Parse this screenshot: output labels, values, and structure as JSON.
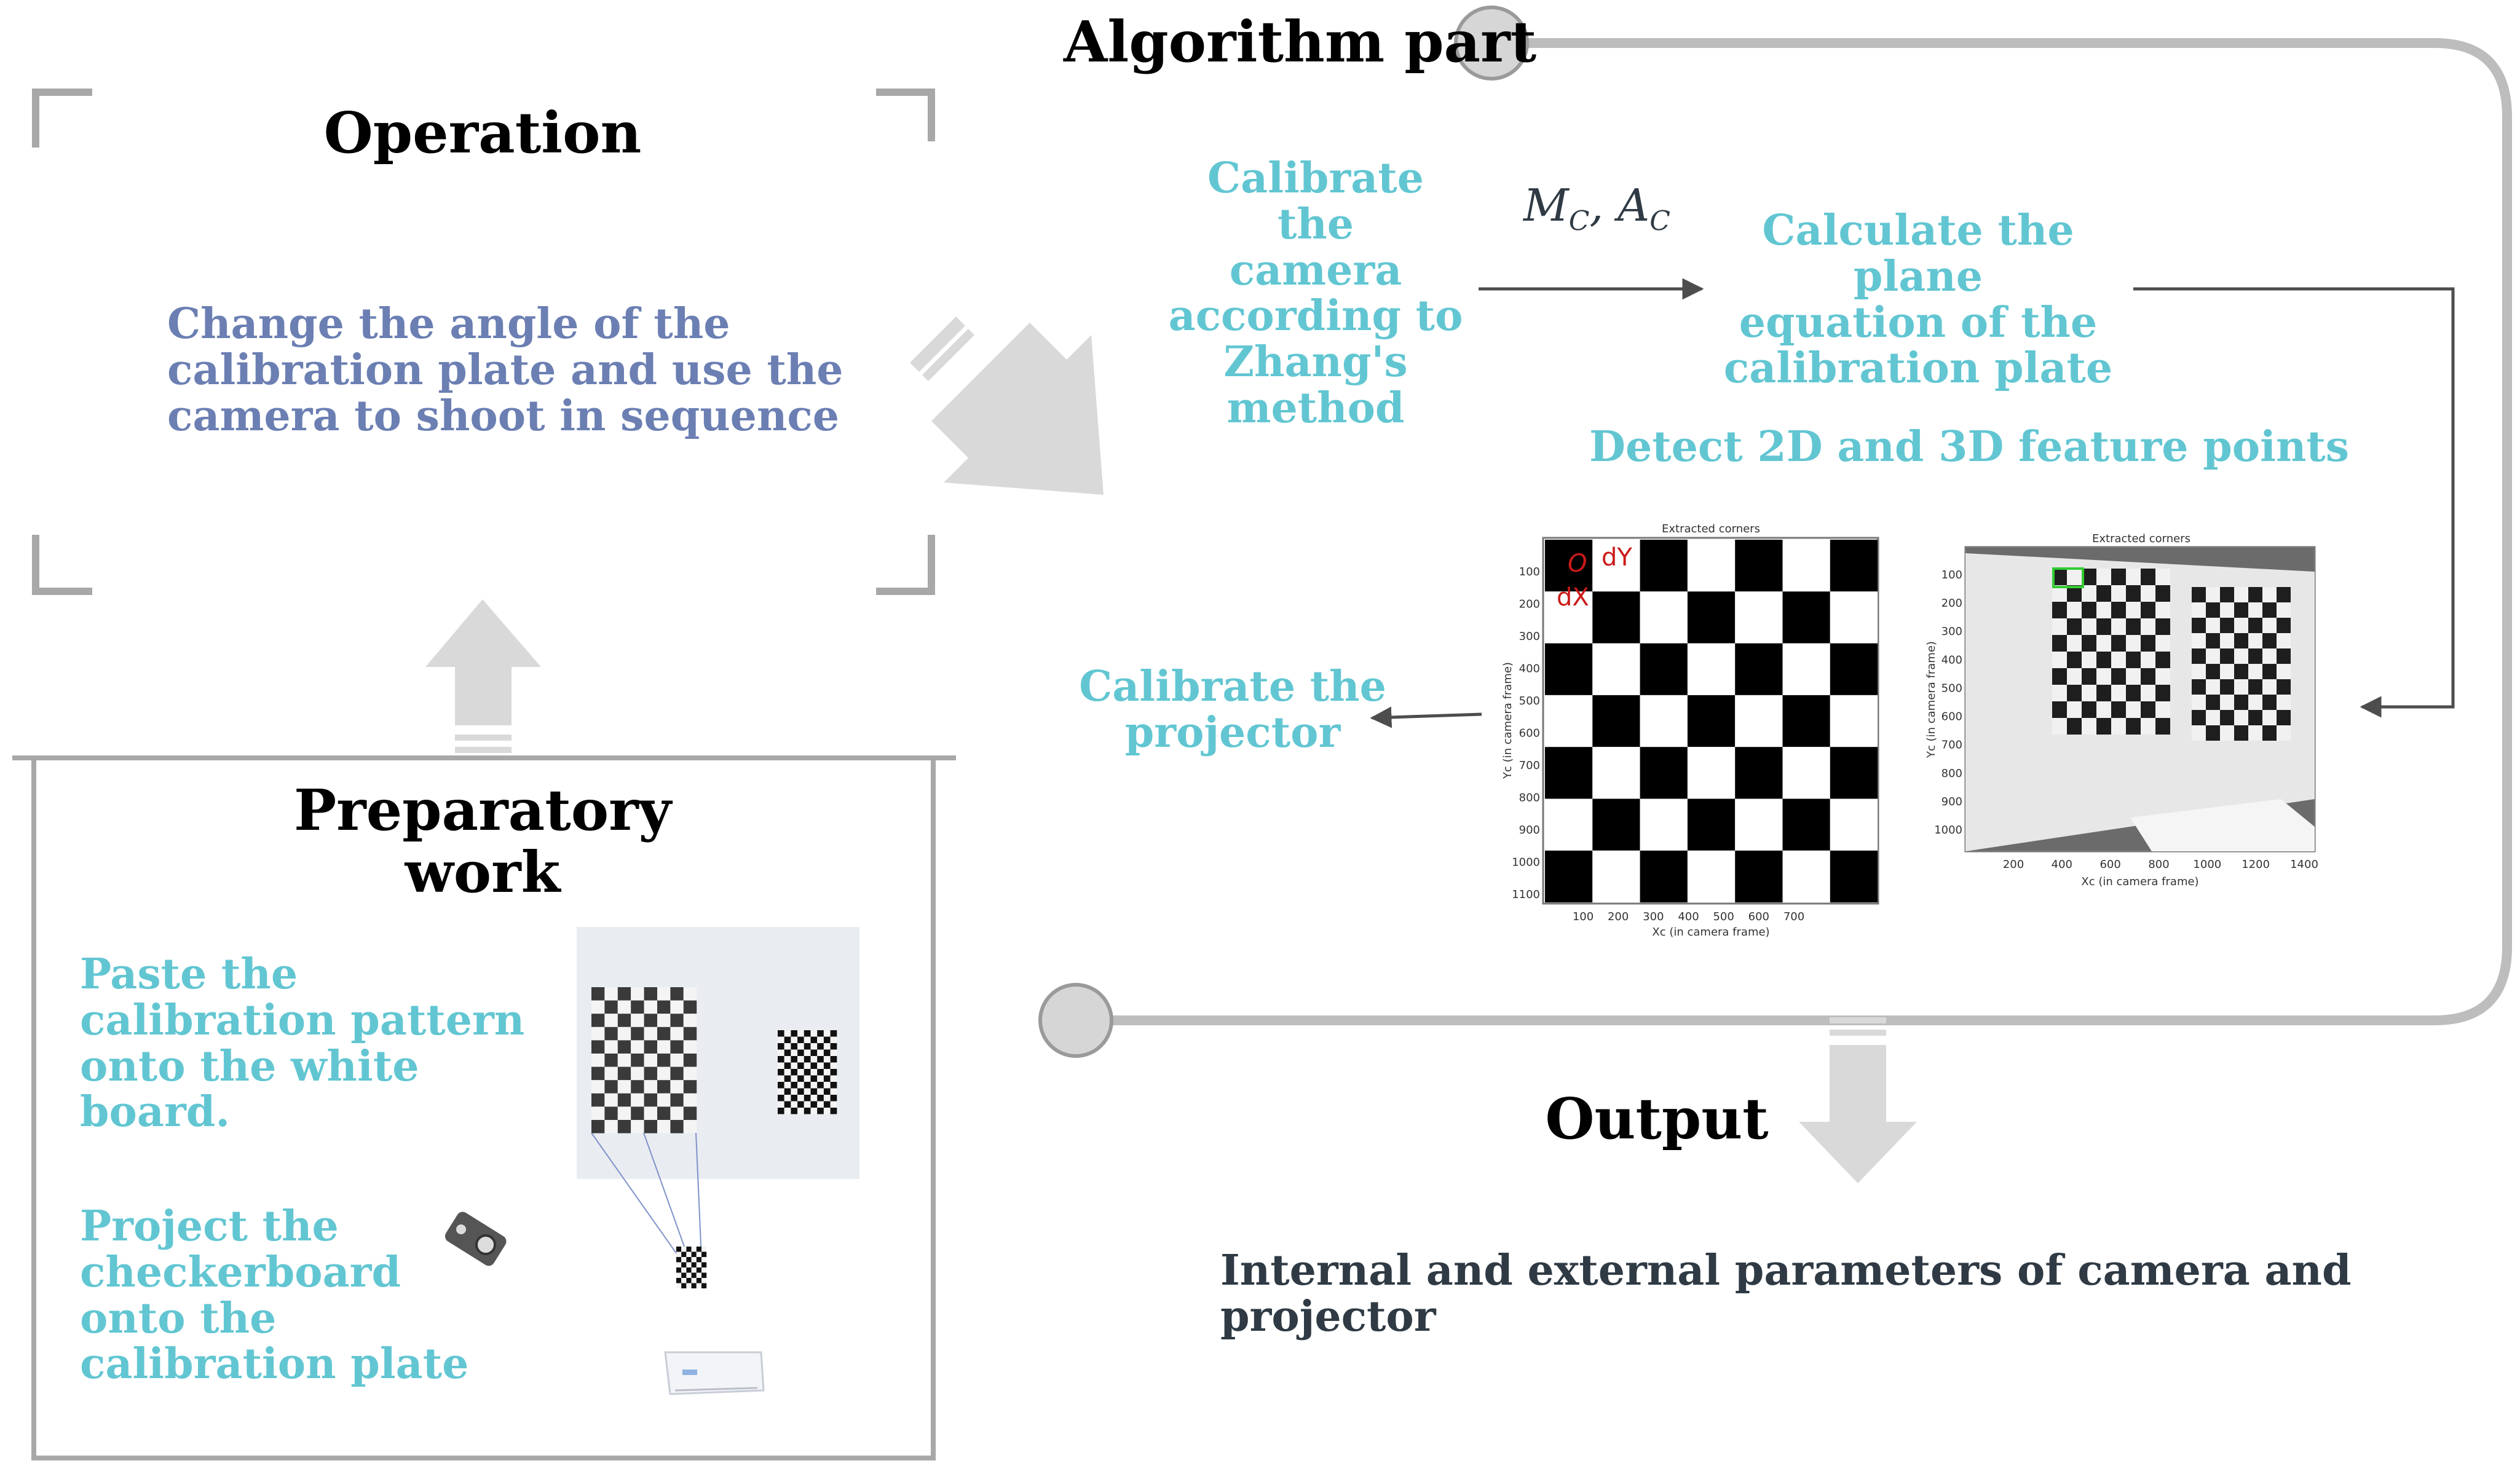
{
  "colors": {
    "cyan_text": "#62c6d2",
    "blue_text": "#6b7fb3",
    "dark_text": "#2f3a44",
    "title_text": "#000000",
    "frame_gray": "#a8a8a8",
    "arrow_gray": "#d9d9d9",
    "loop_gray": "#bdbdbd",
    "chart_mark": "#cc1a1a"
  },
  "algorithm": {
    "title": "Algorithm part",
    "calibrate_camera": "Calibrate the\ncamera\naccording to\nZhang's\nmethod",
    "matrix_label": "M",
    "matrix_sub1": "C",
    "matrix_sep": ", A",
    "matrix_sub2": "C",
    "plane_equation": "Calculate the plane\nequation of the\ncalibration plate",
    "detect_points": "Detect  2D and 3D feature points",
    "calibrate_projector": "Calibrate the\nprojector"
  },
  "operation": {
    "title": "Operation",
    "text": "Change the angle of the\ncalibration plate and use the\ncamera to shoot in sequence"
  },
  "preparatory": {
    "title": "Preparatory work",
    "paste_text": "Paste the\ncalibration pattern\nonto the white\nboard.",
    "project_text": "Project the\ncheckerboard\nonto the\ncalibration plate"
  },
  "output": {
    "title": "Output",
    "text": "Internal and external parameters of camera and projector"
  },
  "plot1": {
    "title": "Extracted corners",
    "xlabel": "Xc (in camera frame)",
    "ylabel": "Yc (in camera frame)",
    "xticks": [
      "100",
      "200",
      "300",
      "400",
      "500",
      "600",
      "700"
    ],
    "yticks": [
      "100",
      "200",
      "300",
      "400",
      "500",
      "600",
      "700",
      "800",
      "900",
      "1000",
      "1100"
    ],
    "origin_label": "O",
    "dx_label": "dX",
    "dy_label": "dY"
  },
  "plot2": {
    "title": "Extracted corners",
    "xlabel": "Xc (in camera frame)",
    "ylabel": "Yc (in camera frame)",
    "xticks": [
      "200",
      "400",
      "600",
      "800",
      "1000",
      "1200",
      "1400"
    ],
    "yticks": [
      "100",
      "200",
      "300",
      "400",
      "500",
      "600",
      "700",
      "800",
      "900",
      "1000"
    ]
  }
}
